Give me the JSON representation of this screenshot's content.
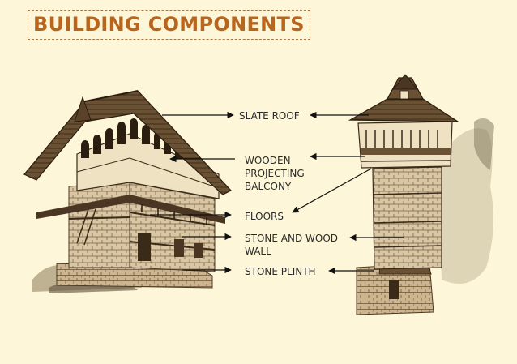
{
  "title": "BUILDING COMPONENTS",
  "labels": {
    "slate_roof": "SLATE ROOF",
    "balcony": "WOODEN\nPROJECTING\nBALCONY",
    "floors": "FLOORS",
    "wall": "STONE AND WOOD\nWALL",
    "plinth": "STONE PLINTH"
  },
  "colors": {
    "background": "#fdf6d8",
    "title": "#b8651e",
    "ink": "#2a2a2a"
  }
}
